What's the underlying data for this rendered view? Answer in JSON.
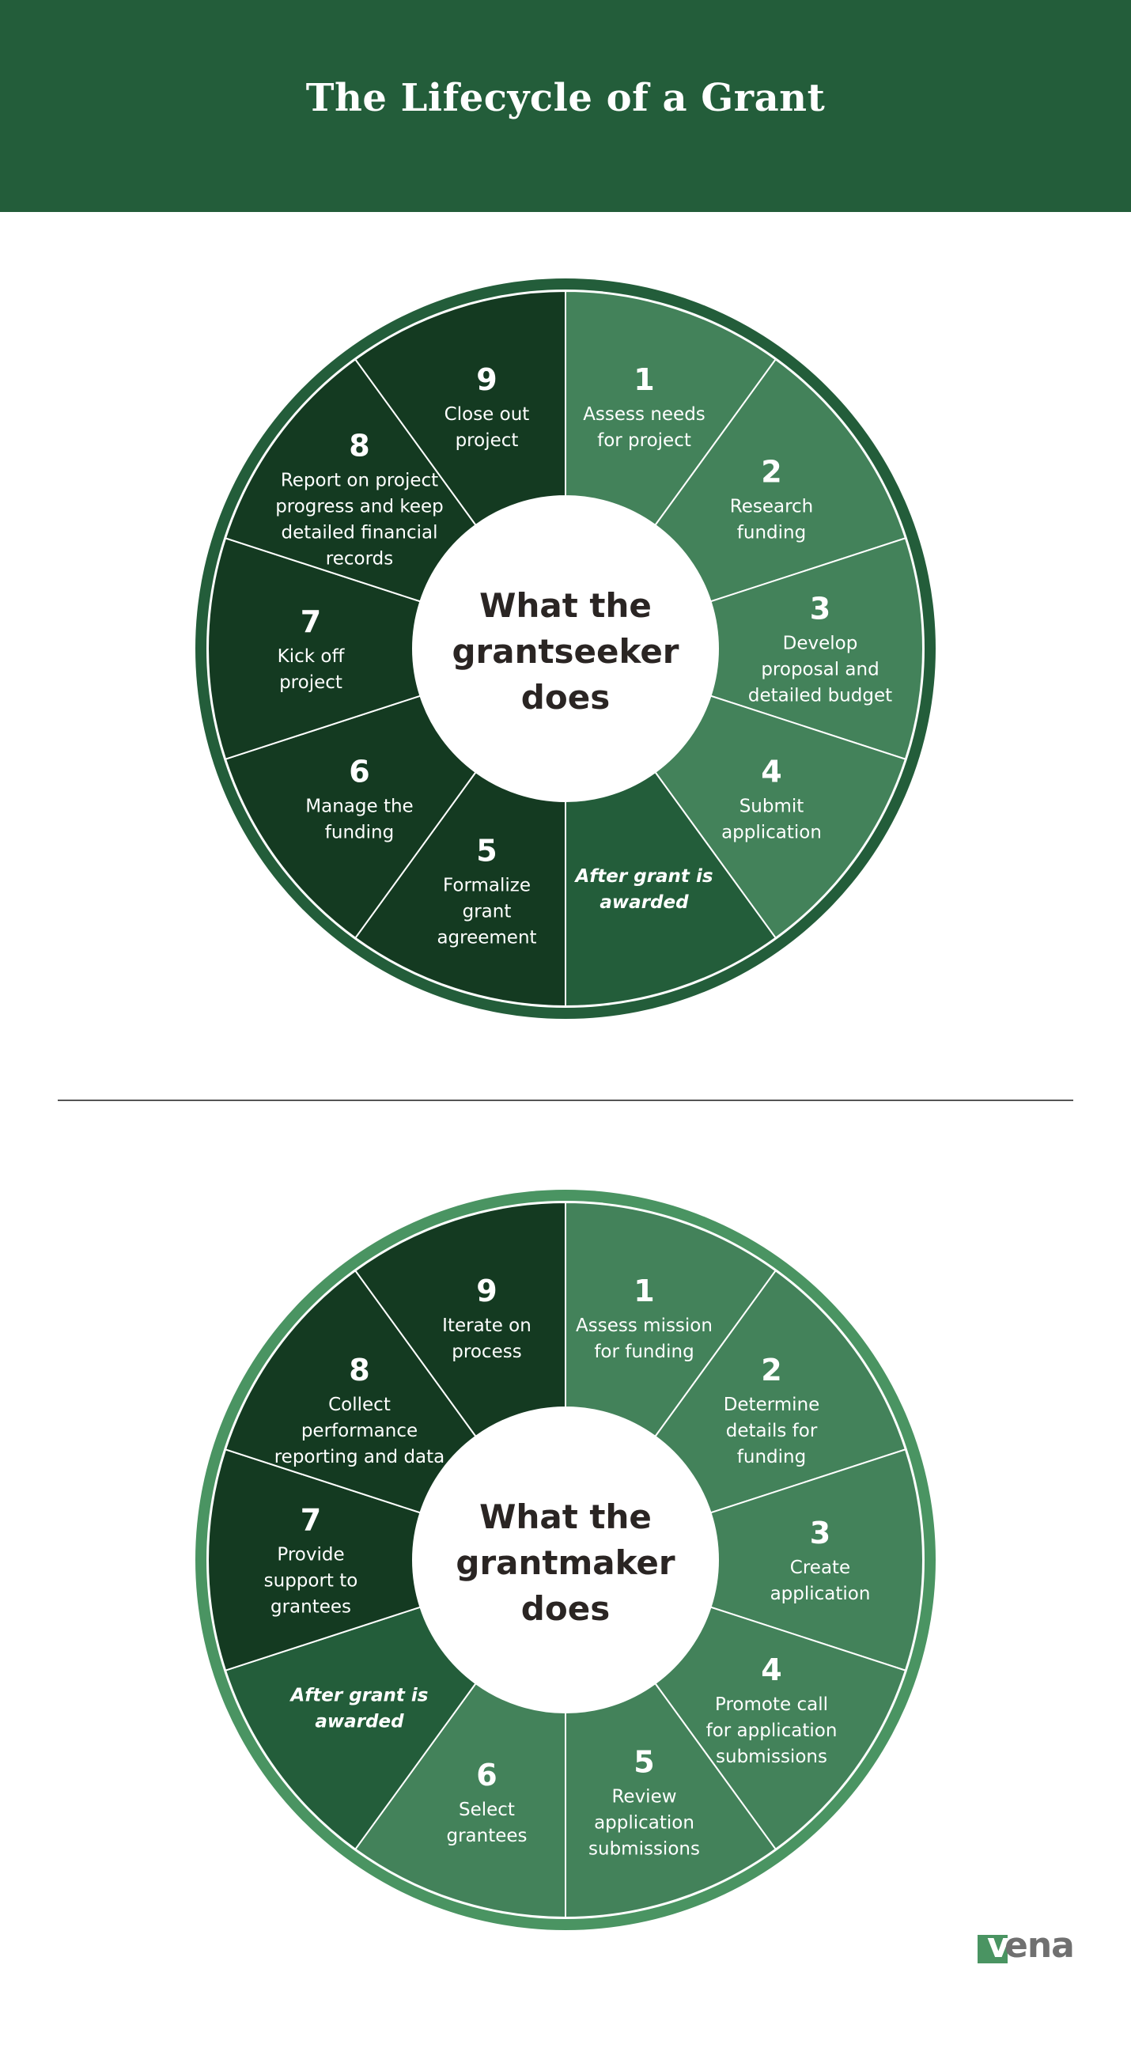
{
  "header": {
    "title": "The Lifecycle of a Grant",
    "background": "#235d3a"
  },
  "colors": {
    "light": "#43825a",
    "mid": "#235d3a",
    "dark": "#143a21",
    "ring_top": "#235d3a",
    "ring_bottom": "#4a9462",
    "center_text": "#2a2523"
  },
  "wheels": [
    {
      "id": "grantseeker",
      "center_lines": [
        "What the",
        "grantseeker",
        "does"
      ],
      "ring_color": "#235d3a",
      "segments": [
        {
          "number": "1",
          "lines": [
            "Assess needs",
            "for project"
          ],
          "tone": "light"
        },
        {
          "number": "2",
          "lines": [
            "Research",
            "funding"
          ],
          "tone": "light"
        },
        {
          "number": "3",
          "lines": [
            "Develop",
            "proposal and",
            "detailed budget"
          ],
          "tone": "light"
        },
        {
          "number": "4",
          "lines": [
            "Submit",
            "application"
          ],
          "tone": "light"
        },
        {
          "number": "",
          "lines": [
            "After grant is",
            "awarded"
          ],
          "tone": "mid",
          "italic": true
        },
        {
          "number": "5",
          "lines": [
            "Formalize",
            "grant",
            "agreement"
          ],
          "tone": "dark"
        },
        {
          "number": "6",
          "lines": [
            "Manage the",
            "funding"
          ],
          "tone": "dark"
        },
        {
          "number": "7",
          "lines": [
            "Kick off",
            "project"
          ],
          "tone": "dark"
        },
        {
          "number": "8",
          "lines": [
            "Report on project",
            "progress and keep",
            "detailed financial",
            "records"
          ],
          "tone": "dark"
        },
        {
          "number": "9",
          "lines": [
            "Close out",
            "project"
          ],
          "tone": "dark"
        }
      ]
    },
    {
      "id": "grantmaker",
      "center_lines": [
        "What the",
        "grantmaker",
        "does"
      ],
      "ring_color": "#4a9462",
      "segments": [
        {
          "number": "1",
          "lines": [
            "Assess mission",
            "for funding"
          ],
          "tone": "light"
        },
        {
          "number": "2",
          "lines": [
            "Determine",
            "details for",
            "funding"
          ],
          "tone": "light"
        },
        {
          "number": "3",
          "lines": [
            "Create",
            "application"
          ],
          "tone": "light"
        },
        {
          "number": "4",
          "lines": [
            "Promote call",
            "for application",
            "submissions"
          ],
          "tone": "light"
        },
        {
          "number": "5",
          "lines": [
            "Review",
            "application",
            "submissions"
          ],
          "tone": "light"
        },
        {
          "number": "6",
          "lines": [
            "Select",
            "grantees"
          ],
          "tone": "light"
        },
        {
          "number": "",
          "lines": [
            "After grant is",
            "awarded"
          ],
          "tone": "mid",
          "italic": true
        },
        {
          "number": "7",
          "lines": [
            "Provide",
            "support to",
            "grantees"
          ],
          "tone": "dark"
        },
        {
          "number": "8",
          "lines": [
            "Collect",
            "performance",
            "reporting and data"
          ],
          "tone": "dark"
        },
        {
          "number": "9",
          "lines": [
            "Iterate on",
            "process"
          ],
          "tone": "dark"
        }
      ]
    }
  ],
  "logo": {
    "mark": "v",
    "text": "ena"
  }
}
